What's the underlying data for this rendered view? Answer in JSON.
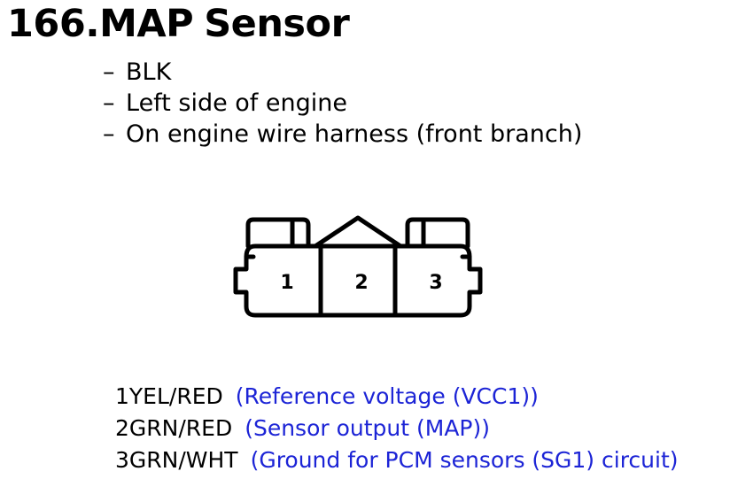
{
  "title": {
    "number": "166.",
    "name": "MAP",
    "word": "Sensor"
  },
  "bullets": [
    "BLK",
    "Left side of engine",
    "On engine wire harness (front branch)"
  ],
  "bullet_marker": "–",
  "connector": {
    "pins": [
      "1",
      "2",
      "3"
    ]
  },
  "pinout": [
    {
      "pin": "1",
      "wire": "YEL/RED",
      "desc": "(Reference voltage (VCC1))"
    },
    {
      "pin": "2",
      "wire": "GRN/RED",
      "desc": "(Sensor output (MAP))"
    },
    {
      "pin": "3",
      "wire": "GRN/WHT",
      "desc": "(Ground for PCM sensors (SG1) circuit)"
    }
  ],
  "colors": {
    "description": "#1c24d6",
    "line": "#000000"
  }
}
